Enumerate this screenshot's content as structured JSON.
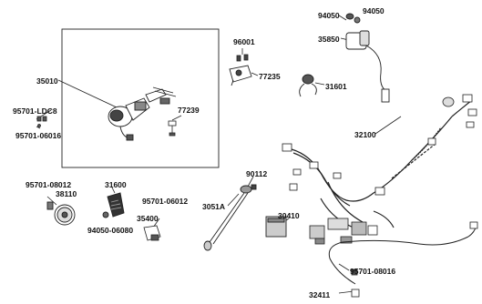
{
  "labels": {
    "p35010": "35010",
    "p95701_ldc8": "95701-LDC8",
    "p95701_06016": "95701-06016",
    "p77239": "77239",
    "p96001": "96001",
    "p77235": "77235",
    "p94050_a": "94050",
    "p94050_b": "94050",
    "p35850": "35850",
    "p31601": "31601",
    "p32100": "32100",
    "p95701_08012": "95701-08012",
    "p38110": "38110",
    "p31600": "31600",
    "p94050_06080": "94050-06080",
    "p95701_06012": "95701-06012",
    "p35400": "35400",
    "p90112": "90112",
    "p3051a": "3051A",
    "p30410": "30410",
    "p95701_08016": "95701-08016",
    "p32411": "32411"
  },
  "colors": {
    "line": "#222222",
    "part_fill": "#ffffff",
    "dark_part": "#333333"
  }
}
